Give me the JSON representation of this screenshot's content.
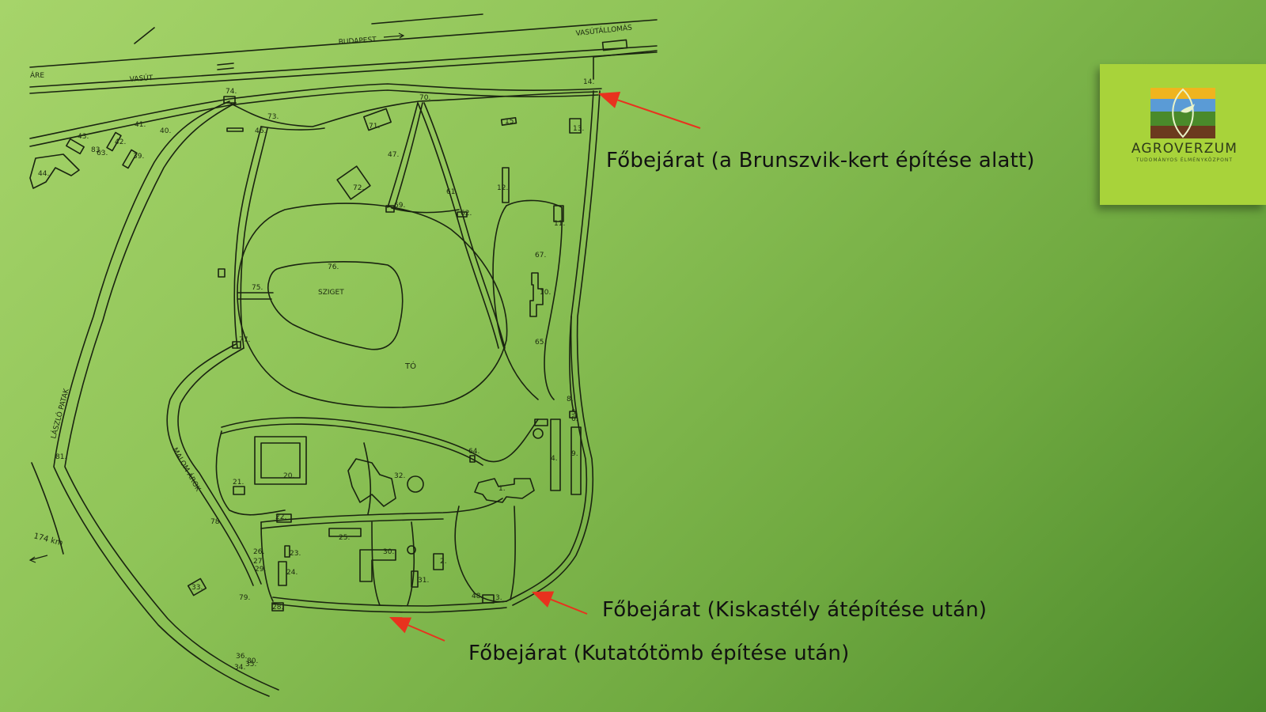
{
  "map": {
    "road_labels": {
      "budapest": "BUDAPEST",
      "vasutallomas": "VASÚTÁLLOMÁS",
      "vasut": "VASÚT",
      "are": "ÁRE"
    },
    "area_labels": {
      "sziget": "SZIGET",
      "to": "TÓ",
      "lasko_patak": "LÁSZLÓ PATAK",
      "malom_arok": "MALOM ÁROK",
      "km_marker": "174 km"
    },
    "building_numbers": [
      "14.",
      "13.",
      "15.",
      "12.",
      "11.",
      "10.",
      "67.",
      "65.",
      "8.",
      "5.",
      "6.",
      "4.",
      "9.",
      "1.",
      "2.",
      "3.",
      "32.",
      "20.",
      "21.",
      "22.",
      "23.",
      "24.",
      "25.",
      "26.",
      "27.",
      "28.",
      "29.",
      "30.",
      "31.",
      "33.",
      "34.",
      "35.",
      "36.",
      "39.",
      "40.",
      "41.",
      "42.",
      "43.",
      "44.",
      "46.",
      "47.",
      "48.",
      "61.",
      "62.",
      "63.",
      "64.",
      "69.",
      "70.",
      "71.",
      "72.",
      "73.",
      "74.",
      "75.",
      "76.",
      "77.",
      "78.",
      "79.",
      "80.",
      "81.",
      "83."
    ]
  },
  "annotations": [
    {
      "text": "Főbejárat (a Brunszvik-kert építése alatt)"
    },
    {
      "text": "Főbejárat (Kiskastély átépítése után)"
    },
    {
      "text": "Főbejárat (Kutatótömb építése után)"
    }
  ],
  "arrow_color": "#e8321e",
  "logo": {
    "name": "AGROVERZUM",
    "tagline": "TUDOMÁNYOS ÉLMÉNYKÖZPONT",
    "colors": {
      "panel": "#a8d33a",
      "stripe_yellow": "#f0b41e",
      "stripe_blue": "#5a9bd6",
      "stripe_green": "#4a8a2a",
      "stripe_brown": "#6b3a1e"
    }
  }
}
